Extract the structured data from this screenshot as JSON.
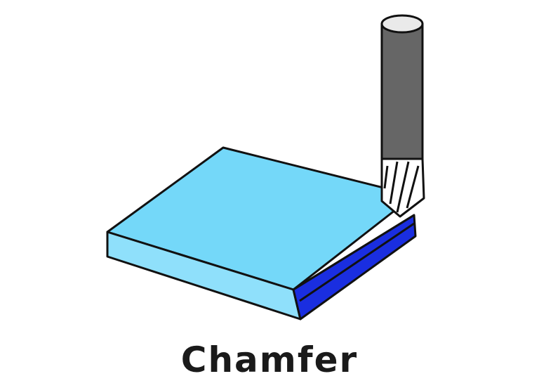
{
  "caption": "Chamfer",
  "colors": {
    "plate_top": "#74d8f9",
    "plate_side": "#8fe0fb",
    "chamfer": "#1a2ee0",
    "tool_shank": "#666666",
    "tool_end": "#eaeaea",
    "cutter_head": "#ffffff",
    "outline": "#111111"
  },
  "parts": {
    "workpiece": "plate",
    "chamfered_edge": "chamfer-edge",
    "tool": "chamfer-mill"
  }
}
